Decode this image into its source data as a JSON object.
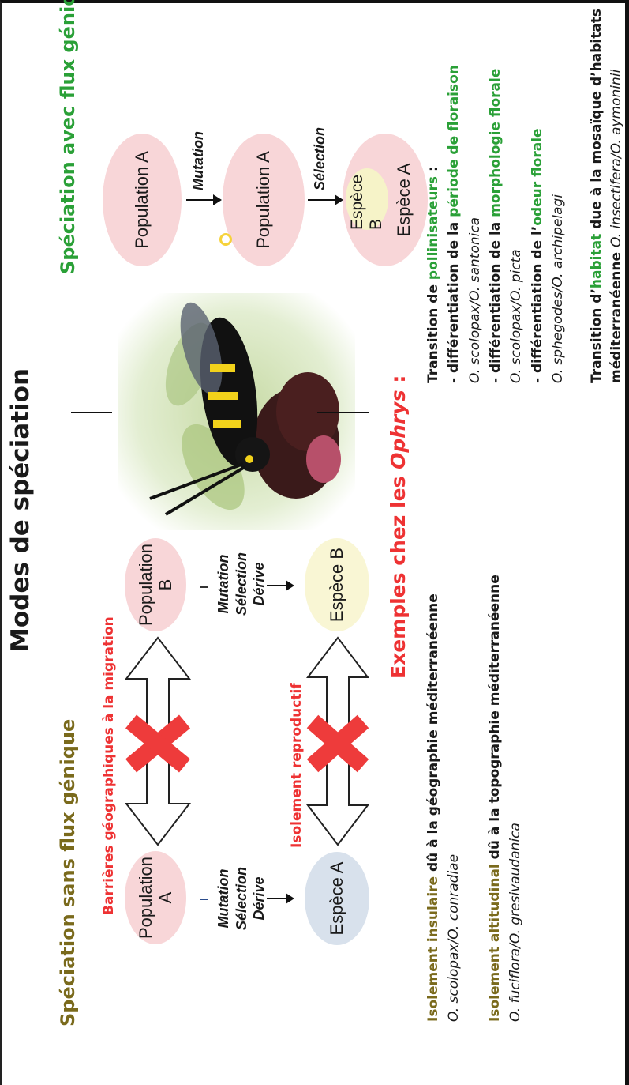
{
  "title": "Modes de spéciation",
  "left": {
    "heading": "Spéciation sans flux génique",
    "barrier_label": "Barrières géographiques à la migration",
    "isolation_label": "Isolement reproductif",
    "pop_a": "Population A",
    "pop_b": "Population B",
    "species_a": "Espèce A",
    "species_b": "Espèce B",
    "process_a": [
      "Mutation",
      "Sélection",
      "Dérive"
    ],
    "process_b": [
      "Mutation",
      "Sélection",
      "Dérive"
    ]
  },
  "right": {
    "heading": "Spéciation avec flux génique",
    "pop_a_1": "Population A",
    "pop_a_2": "Population A",
    "species_b": "Espèce B",
    "species_a": "Espèce A",
    "step1": "Mutation",
    "step2": "Sélection"
  },
  "examples": {
    "heading_prefix": "Exemples chez les ",
    "heading_genus": "Ophrys",
    "heading_suffix": " :",
    "insular": {
      "highlight": "Isolement insulaire",
      "rest": " dû à la géographie méditerranéenne",
      "species": "O. scolopax/O. conradiae"
    },
    "altitudinal": {
      "highlight": "Isolement altitudinal",
      "rest": " dû à la topographie méditerranéenne",
      "species": "O. fuciflora/O. gresivaudanica"
    },
    "pollinators": {
      "intro_a": "Transition de ",
      "intro_hl": "pollinisateurs",
      "intro_b": " :",
      "items": [
        {
          "prefix": "- différentiation de la ",
          "hl": "période de floraison",
          "species": "O. scolopax/O. santonica"
        },
        {
          "prefix": "- différentiation de la ",
          "hl": "morphologie florale",
          "species": "O. scolopax/O. picta"
        },
        {
          "prefix": "- différentiation de l’",
          "hl": "odeur florale",
          "species": "O. sphegodes/O. archipelagi"
        }
      ]
    },
    "habitat": {
      "a": "Transition d’",
      "hl": "habitat",
      "b": " due à la mosaïque d’habitats",
      "line2": "méditerranéenne ",
      "species": "O. insectifera/O. aymoninii"
    }
  },
  "colors": {
    "pink": "#f8d6d8",
    "yellow": "#f9f6d4",
    "blue": "#d8e1ec",
    "red": "#ee3233",
    "green": "#2aa037",
    "olive": "#7a6a1c"
  }
}
